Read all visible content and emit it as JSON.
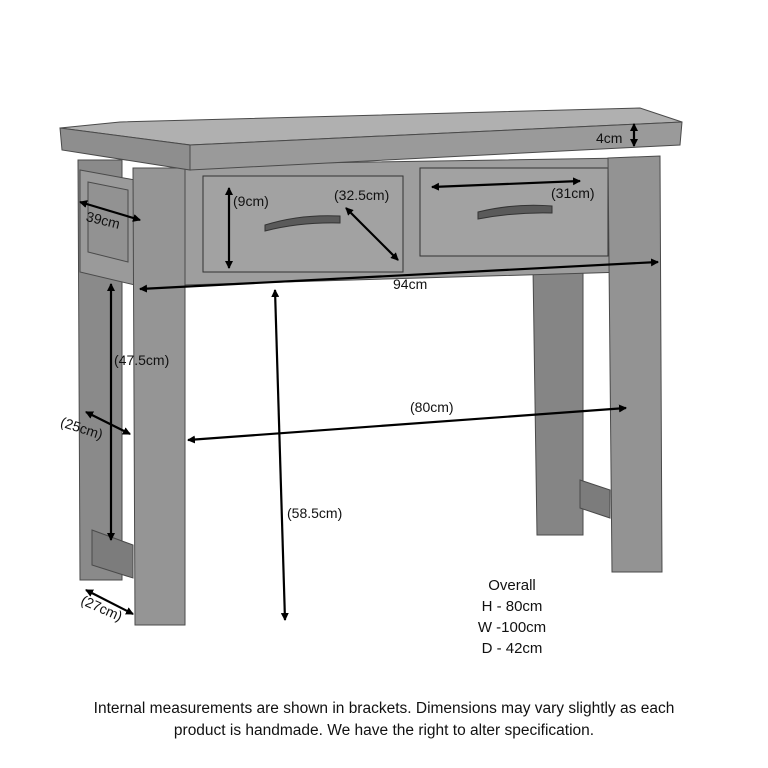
{
  "dimensions": {
    "top_thickness": "4cm",
    "depth_top": "39cm",
    "drawer_height": "(9cm)",
    "drawer_diagonal": "(32.5cm)",
    "drawer_width": "(31cm)",
    "width_frame": "94cm",
    "leg_gap_height": "(47.5cm)",
    "side_inner": "(25cm)",
    "inner_width": "(80cm)",
    "floor_to_apron": "(58.5cm)",
    "leg_depth": "(27cm)"
  },
  "overall": {
    "title": "Overall",
    "height": "H - 80cm",
    "width": "W -100cm",
    "depth": "D - 42cm"
  },
  "footer": {
    "line1": "Internal measurements are shown in brackets. Dimensions may vary slightly as each",
    "line2": "product is handmade. We have the right to alter specification."
  },
  "colors": {
    "wood_light": "#a8a8a8",
    "wood_mid": "#8c8c8c",
    "wood_dark": "#6e6e6e",
    "arrow": "#000000"
  }
}
